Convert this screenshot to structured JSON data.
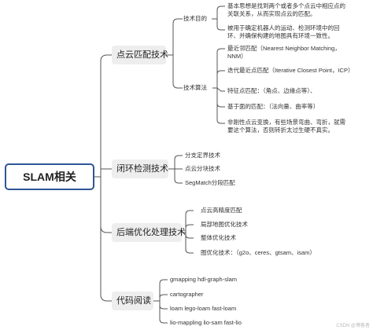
{
  "root": {
    "label": "SLAM相关"
  },
  "categories": [
    {
      "label": "点云匹配技术",
      "groups": [
        {
          "label": "技术目的",
          "items": [
            "基本思想是找到两个或者多个点云中相应点的关联关系，从而实现点云的匹配。",
            "被用于确定机器人的运动、检测环境中的回环、并确保构建的地图具有环境一致性。"
          ]
        },
        {
          "label": "技术算法",
          "items": [
            "最近邻匹配（Nearest Neighbor Matching，NNM）",
            "迭代最近点匹配（Iterative Closest Point，ICP）",
            "特征点匹配：（角点、边缘点等）、",
            "基于面的匹配：（法向量、曲率等）",
            "非刚性点云变换，有些场景弯曲、弯折，就需要这个算法，否则转折太过生硬不真实。"
          ]
        }
      ]
    },
    {
      "label": "闭环检测技术",
      "items": [
        "分支定界技术",
        "点云分块技术",
        "SegMatch分段匹配"
      ]
    },
    {
      "label": "后端优化处理技术",
      "items": [
        "点云高精度匹配",
        "局部地图优化技术",
        "整体优化技术",
        "图优化技术：（g2o、ceres、gtsam、isam）"
      ]
    },
    {
      "label": "代码阅读",
      "items": [
        "gmapping  hdl-graph-slam",
        "cartographer",
        "loam  lego-loam  fast-loam",
        "lio-mappling  lio-sam  fast-lio"
      ]
    }
  ],
  "watermark": "CSDN @博客者",
  "colors": {
    "root_border": "#2f5597",
    "node_bg": "#eeeeee",
    "line": "#555555"
  }
}
